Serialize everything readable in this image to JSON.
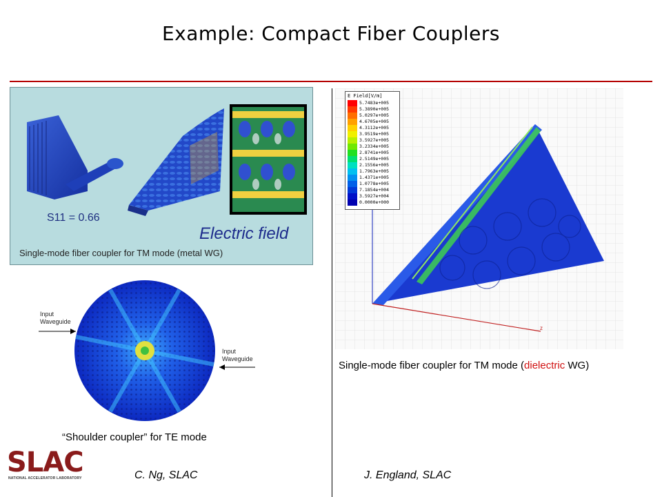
{
  "slide": {
    "title": "Example: Compact Fiber Couplers"
  },
  "top_left": {
    "s11_label": "S11 = 0.66",
    "field_label": "Electric field",
    "caption": "Single-mode fiber coupler for TM mode (metal WG)"
  },
  "right": {
    "legend_title": "E Field[V/m]",
    "legend_values": [
      "5.7483e+005",
      "5.3890e+005",
      "5.0297e+005",
      "4.6705e+005",
      "4.3112e+005",
      "3.9519e+005",
      "3.5927e+005",
      "3.2334e+005",
      "2.8741e+005",
      "2.5149e+005",
      "2.1556e+005",
      "1.7963e+005",
      "1.4371e+005",
      "1.0778e+005",
      "7.1854e+004",
      "3.5927e+004",
      "0.0000e+000"
    ],
    "legend_colors": [
      "#ff0000",
      "#ff3a00",
      "#ff6e00",
      "#ffa000",
      "#ffd000",
      "#f0f000",
      "#b8f000",
      "#70e800",
      "#20e020",
      "#00e070",
      "#00e0c0",
      "#00c0f0",
      "#0090f0",
      "#0060e8",
      "#0038d8",
      "#0010c8",
      "#0000b0"
    ],
    "axis_label": "z",
    "caption_before": "Single-mode fiber coupler for TM mode (",
    "caption_highlight": "dielectric",
    "caption_after": " WG)"
  },
  "bottom_left": {
    "input_left": "Input\nWaveguide",
    "input_right": "Input\nWaveguide",
    "caption": "“Shoulder coupler” for TE mode"
  },
  "footer": {
    "logo_text": "SLAC",
    "logo_sub": "NATIONAL ACCELERATOR LABORATORY",
    "credit_left": "C. Ng, SLAC",
    "credit_right": "J. England, SLAC"
  }
}
